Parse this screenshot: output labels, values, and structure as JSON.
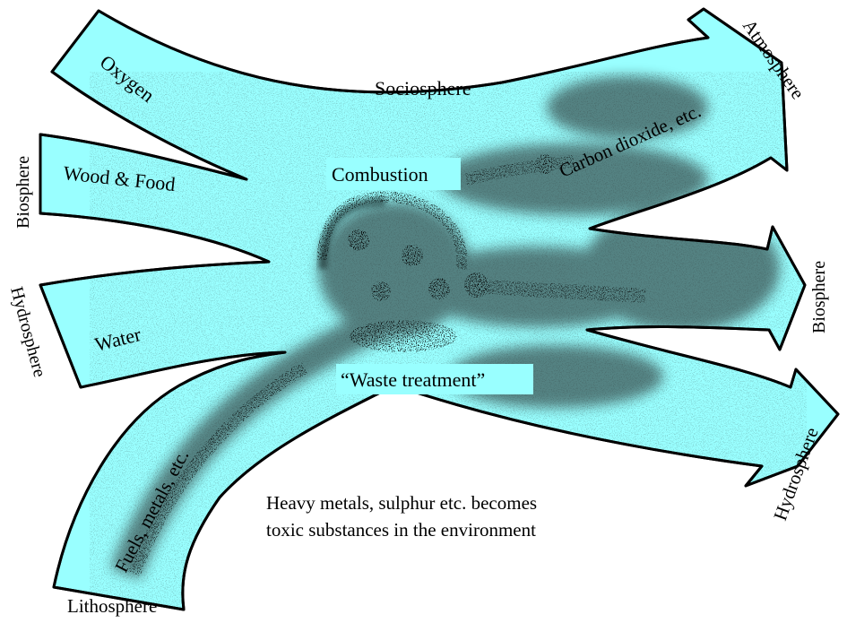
{
  "colors": {
    "flow_fill": "#99ffff",
    "outline": "#000000",
    "smudge": "#1a1a1a",
    "background": "#ffffff"
  },
  "labels": {
    "oxygen": "Oxygen",
    "sociosphere": "Sociosphere",
    "atmosphere": "Atmosphere",
    "biosphere_left": "Biosphere",
    "wood_food": "Wood & Food",
    "combustion": "Combustion",
    "carbon_dioxide": "Carbon dioxide, etc.",
    "biosphere_right": "Biosphere",
    "hydrosphere_left": "Hydrosphere",
    "water": "Water",
    "waste_treatment": "“Waste treatment”",
    "hydrosphere_right": "Hydrosphere",
    "fuels_metals": "Fuels, metals, etc.",
    "toxic_line1": "Heavy metals, sulphur etc. becomes",
    "toxic_line2": "toxic substances in the environment",
    "lithosphere": "Lithosphere"
  }
}
